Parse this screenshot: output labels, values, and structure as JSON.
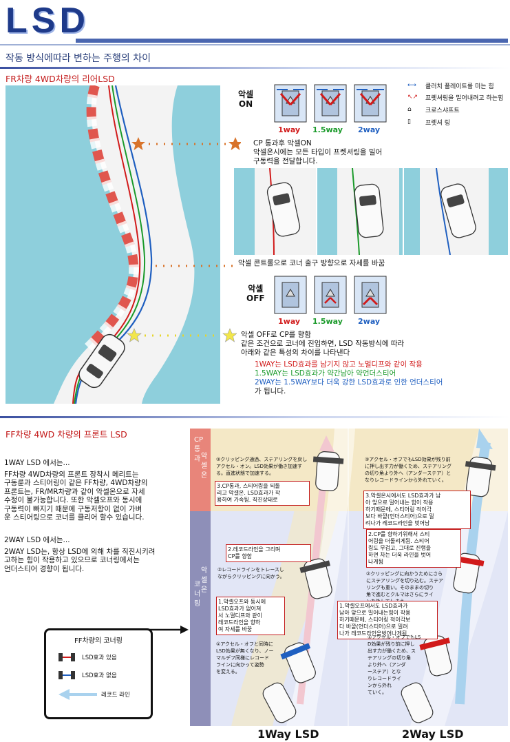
{
  "header": {
    "title": "LSD",
    "subtitle": "작동 방식에따라 변하는 주행의 차이"
  },
  "fr_section": {
    "heading": "FR차량 4WD차량의 리어LSD",
    "accel_on_label": "악셀\nON",
    "accel_off_label": "악셀\nOFF",
    "diagram_labels": [
      "1way",
      "1.5way",
      "2way"
    ],
    "legend": [
      "클러치 플레이트를 미는 힘",
      "프렛셔링을 밀어내려고 하는힘",
      "크로스샤프트",
      "프렛셔 링"
    ],
    "note_star_top_line1": "CP 통과후 악셀ON",
    "note_star_top_line2": "악셀온시에는 모든 타입이 프렛셔링을 밀어",
    "note_star_top_line3": "구동력을 전달합니다.",
    "note_exit": "악셀 콘트롤으로 코너 출구 방향으로 자세를 바꿈",
    "note_off_line1": "악셀 OFF로 CP를 향함",
    "note_off_line2": "같은 조건으로 코너에 진입하면, LSD 작동방식에 따라",
    "note_off_line3": "아래와 같은 특성의 차이를 나타낸다",
    "type_1way": "1WAY는 LSD효과를 남기지 않고 노멀디프와 같이 작용",
    "type_15way": "1.5WAY는 LSD효과가 약간남아 약언더스티어",
    "type_2way": "2WAY는 1.5WAY보다 더욱 강한 LSD효과로 인한 언더스티어",
    "type_end": "가 됩니다."
  },
  "ff_section": {
    "heading": "FF차량 4WD 차량의 프론트 LSD",
    "oneway_title": "1WAY LSD 에서는...",
    "oneway_lines": [
      "FF차량 4WD차량의 프론트 장착시 메리트는",
      "구동륜과 스티어링이 같은 FF차량, 4WD차량의",
      "프론트는, FR/MR차량과 같이 악셀온으로 자세",
      "수정이 불가능합니다. 또한 악셀오프와 동시에",
      "구동력이 빠지기 때문에 구동저항이 없이 가벼",
      "운 스티어링으로 코너를 클리어 할수 있습니다."
    ],
    "twoway_title": "2WAY LSD 에서는...",
    "twoway_lines": [
      "2WAY LSD는, 항상 LSD에 의해 차를 직진시키려",
      "고하는 힘이 작용하고 있으므로 코너링에서는",
      "언더스티어 경향이 됩니다."
    ],
    "box_title": "FF차량의 코너링",
    "box_legend": [
      "LSD효과 있음",
      "LSD효과 없음",
      "레코드 라인"
    ],
    "side_top": "CP\n통\n과",
    "side_top2": "악\n셀\n온",
    "side_bottom": "코\n너\n링",
    "side_bottom2": "악\n셀\n온",
    "col1": {
      "label": "1Way LSD",
      "top_small": "③クリッピング通過、ステアリングを戻し\nアクセル・オン。LSD効果が働き加速す\nる。直進状態で加速する。",
      "top_box": "3.CP통과, 스티어링을 되돌\n리고 악셀온. LSD효과가 작\n용하여 가속됨. 직진상태로",
      "mid_box": "2.레코드라인을 그리며\nCP를 향함",
      "mid_small": "②レコードラインをトレースし\nながらクリッピングに向かう。",
      "bot_box": "1.악셀오프와 동시에\nLSD효과가 없어져\n서 노멀디프와 같이\n레코드라인을 향하\n여 자세를 바꿈",
      "bot_small": "①アクセル・オフと同時に\nLSD効果が無くなり、ノー\nマルデフ同様にレコード\nラインに向かって姿勢\nを変える。"
    },
    "col2": {
      "label": "2Way LSD",
      "top_small": "③アクセル・オフでもLSD効果が残り前\nに押し出す力が働くため、ステアリング\nの切り角より外へ（アンダーステア）と\nなりレコードラインから外れていく。",
      "top_box": "3.악셀온시에서도 LSD효과가 남\n아 앞으로 밀어내는 힘이 작용\n하기때문에, 스티어링 적이각\n보다 바깥(언더스티어)으로 밀\n려나가 레코드라인을 벗어남",
      "mid_box": "2.CP를 향하기위해서 스티\n어링을 더돌리게됨. 스티어\n링도 무겁고, 그대로 진행을\n하면 차는 더욱 라인을 벗어\n나게됨",
      "mid_small": "②クリッピングに向かうためにさら\nにステアリングを切り込む。ステア\nリングも重い。そのままの切り\n角で進むとクルマはさらにライ\nンを外してしまう。",
      "bot_box": "1.악셀오프에서도 LSD효과가\n남아 앞으로 밀어내는힘이 작용\n하기때문에, 스티어링 적이각보\n다 바깥(언더스티어)으로 밀려\n나가 레코드라인을벗어나게됨",
      "bot_small": "①アクセル・オフでもLS\nD効果が残り前に押し\n出す力が働くため、ス\nテアリングの切り角\nより外へ（アンダ\nーステア）とな\nりレコードライ\nンから外れ\nていく。"
    }
  },
  "colors": {
    "brand_blue": "#1e3a8a",
    "red_line": "#d11a1a",
    "green_line": "#1a9a2a",
    "blue_line": "#1f5fc0",
    "road_blue": "#8ecfdc"
  }
}
